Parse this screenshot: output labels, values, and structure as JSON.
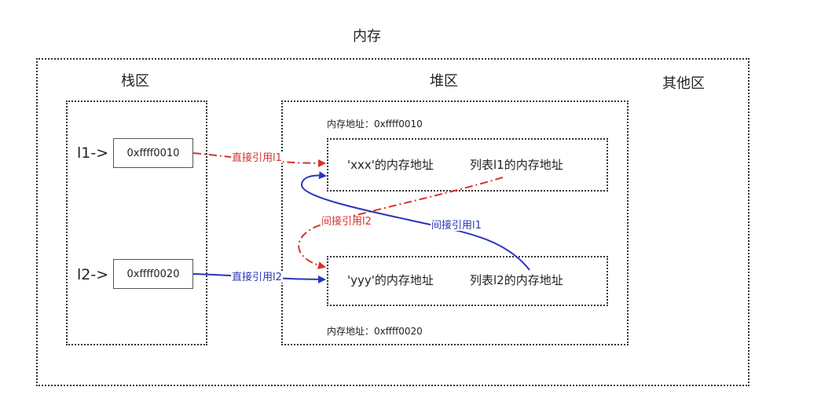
{
  "memory": {
    "title": "内存",
    "other_region": "其他区",
    "stack": {
      "title": "栈区",
      "vars": [
        {
          "name": "l1->",
          "address": "0xffff0010"
        },
        {
          "name": "l2->",
          "address": "0xffff0020"
        }
      ]
    },
    "heap": {
      "title": "堆区",
      "objects": [
        {
          "address_label": "内存地址：0xffff0010",
          "first_cell": "'xxx'的内存地址",
          "second_cell": "列表l1的内存地址"
        },
        {
          "address_label": "内存地址：0xffff0020",
          "first_cell": "'yyy'的内存地址",
          "second_cell": "列表l2的内存地址"
        }
      ]
    },
    "references": {
      "direct_l1": "直接引用l1",
      "direct_l2": "直接引用l2",
      "indirect_l2": "间接引用l2",
      "indirect_l1": "间接引用l1"
    },
    "colors": {
      "red_reference": "#d9302c",
      "blue_reference": "#2b35b8"
    }
  }
}
